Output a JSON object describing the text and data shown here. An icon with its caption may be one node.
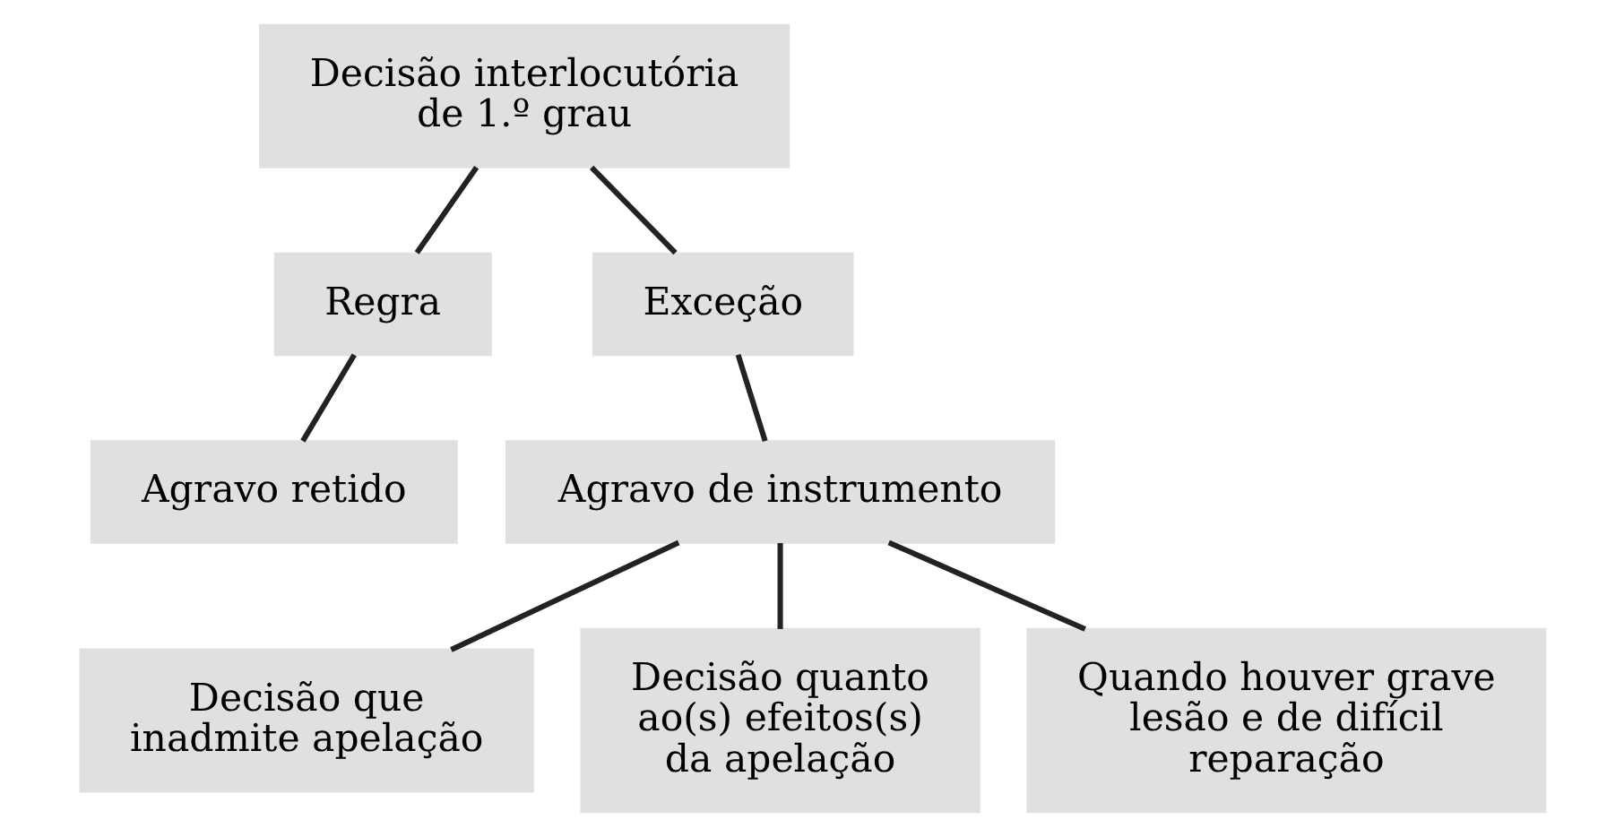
{
  "diagram": {
    "nodes": [
      {
        "text": [
          "Decisão interlocutória de 1.º grau"
        ]
      },
      {
        "text": [
          "Regra"
        ]
      },
      {
        "text": [
          "Exceção"
        ]
      },
      {
        "text": [
          "Agravo retido"
        ]
      },
      {
        "text": [
          "Agravo de instrumento"
        ]
      },
      {
        "text": [
          "Decisão que inadmite apelação"
        ]
      },
      {
        "text": [
          "Decisão quanto ao(s) efeitos(s) da apelação"
        ]
      },
      {
        "text": [
          "Quando houver grave lesão e de difícil reparação"
        ]
      }
    ],
    "edges": [
      {
        "from": 0,
        "to": 1,
        "arrow": "none"
      },
      {
        "from": 0,
        "to": 2,
        "arrow": "none"
      },
      {
        "from": 1,
        "to": 3,
        "arrow": "none"
      },
      {
        "from": 2,
        "to": 4,
        "arrow": "none"
      },
      {
        "from": 4,
        "to": 5,
        "arrow": "none"
      },
      {
        "from": 4,
        "to": 6,
        "arrow": "none"
      },
      {
        "from": 4,
        "to": 7,
        "arrow": "none"
      }
    ]
  }
}
